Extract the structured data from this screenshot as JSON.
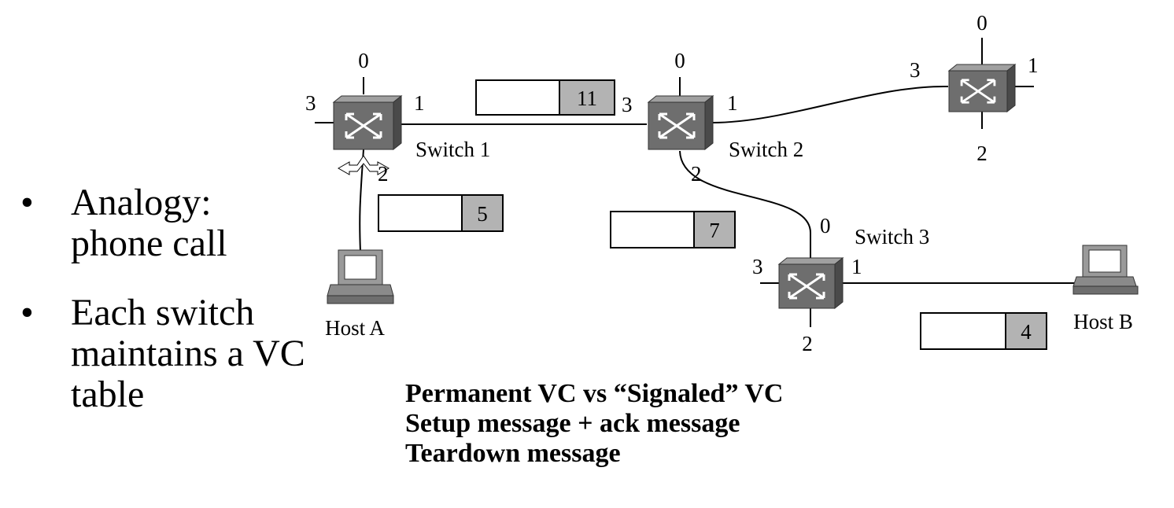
{
  "bullets": [
    {
      "marker": "•",
      "text": "Analogy:\nphone call"
    },
    {
      "marker": "•",
      "text": "Each switch\nmaintains a VC\ntable"
    }
  ],
  "switches": {
    "switch1": {
      "label": "Switch 1",
      "ports": {
        "p0": "0",
        "p1": "1",
        "p2": "2",
        "p3": "3"
      }
    },
    "switch2": {
      "label": "Switch 2",
      "ports": {
        "p0": "0",
        "p1": "1",
        "p2": "2",
        "p3": "3"
      }
    },
    "switch3": {
      "label": "Switch 3",
      "ports": {
        "p0": "0",
        "p1": "1",
        "p2": "2",
        "p3": "3"
      }
    },
    "switch4": {
      "ports": {
        "p0": "0",
        "p1": "1",
        "p2": "2",
        "p3": "3"
      }
    }
  },
  "hosts": {
    "host_a": {
      "label": "Host A"
    },
    "host_b": {
      "label": "Host B"
    }
  },
  "vc_cells": {
    "cell_11": "11",
    "cell_5": "5",
    "cell_7": "7",
    "cell_4": "4"
  },
  "notes": [
    "Permanent VC vs “Signaled” VC",
    "Setup message + ack message",
    "Teardown message"
  ],
  "colors": {
    "switch_front": "#6e6e6e",
    "switch_top": "#a0a0a0",
    "switch_side": "#4a4a4a",
    "cell_fill": "#b3b3b3",
    "line": "#000000"
  }
}
